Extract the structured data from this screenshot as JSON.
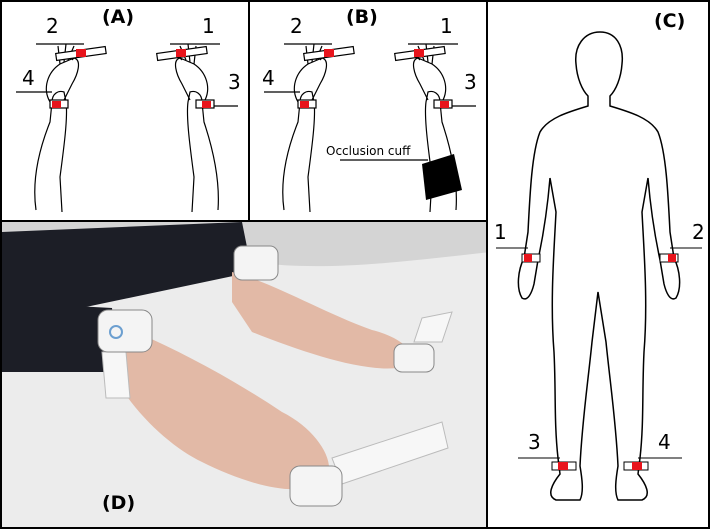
{
  "panels": {
    "a": {
      "label": "(A)",
      "n1": "1",
      "n2": "2",
      "n3": "3",
      "n4": "4"
    },
    "b": {
      "label": "(B)",
      "n1": "1",
      "n2": "2",
      "n3": "3",
      "n4": "4",
      "cuff": "Occlusion cuff"
    },
    "c": {
      "label": "(C)",
      "n1": "1",
      "n2": "2",
      "n3": "3",
      "n4": "4"
    },
    "d": {
      "label": "(D)"
    }
  },
  "colors": {
    "sensor": "#e8141c",
    "line": "#000000",
    "photo_bg": "#ececec",
    "skin": "#e2b9a6",
    "sleeve": "#1c1e26"
  }
}
